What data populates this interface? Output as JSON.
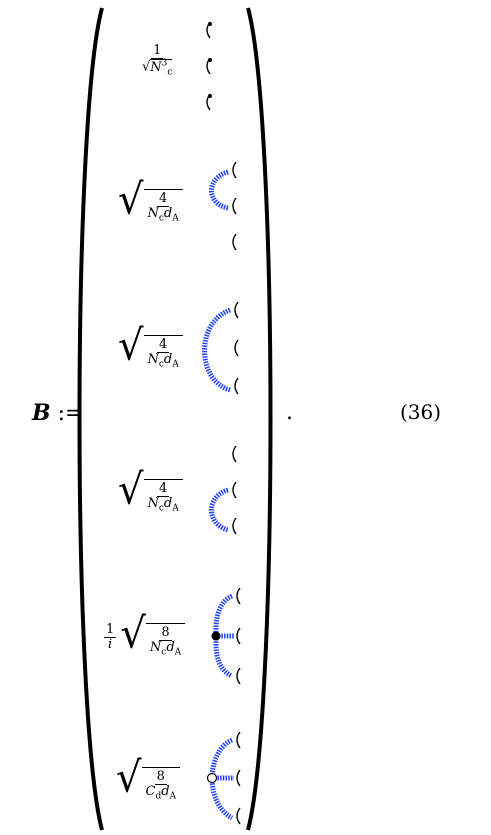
{
  "equation": {
    "lhs_symbol": "B",
    "definition_sign": ":=",
    "period": ".",
    "number": "(36)"
  },
  "rows": [
    {
      "prefix": "",
      "numerator": "1",
      "denominator_var": "N",
      "denominator_sub": "c",
      "denominator_sup": "3",
      "diagram": "three-open-lines-icon"
    },
    {
      "prefix": "",
      "numerator": "4",
      "denominator_var": "N",
      "denominator_sub": "c",
      "denominator_var2": "d",
      "denominator_sub2": "A",
      "diagram": "gluon-top-pair-icon"
    },
    {
      "prefix": "",
      "numerator": "4",
      "denominator_var": "N",
      "denominator_sub": "c",
      "denominator_var2": "d",
      "denominator_sub2": "A",
      "diagram": "gluon-outer-pair-icon"
    },
    {
      "prefix": "",
      "numerator": "4",
      "denominator_var": "N",
      "denominator_sub": "c",
      "denominator_var2": "d",
      "denominator_sub2": "A",
      "diagram": "gluon-bottom-pair-icon"
    },
    {
      "prefix_num": "1",
      "prefix_den": "i",
      "numerator": "8",
      "denominator_var": "N",
      "denominator_sub": "c",
      "denominator_var2": "d",
      "denominator_sub2": "A",
      "diagram": "three-gluon-vertex-filled-icon"
    },
    {
      "prefix": "",
      "numerator": "8",
      "denominator_var": "C",
      "denominator_sub": "d",
      "denominator_var2": "d",
      "denominator_sub2": "A",
      "diagram": "three-gluon-vertex-open-icon"
    }
  ],
  "colors": {
    "gluon": "#1f3fff",
    "ink": "#000000"
  }
}
